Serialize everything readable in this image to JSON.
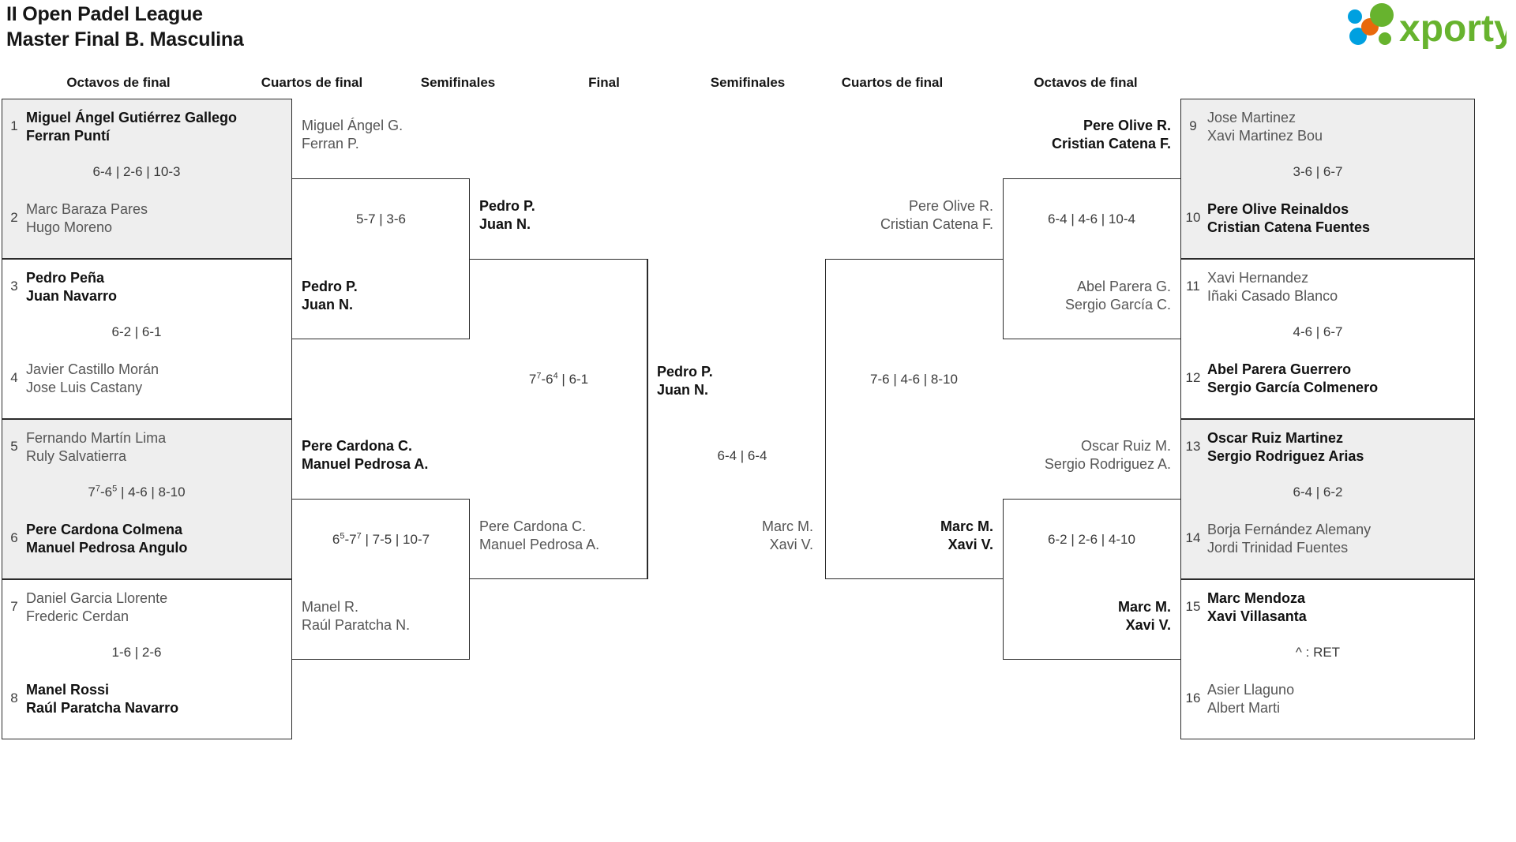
{
  "header": {
    "title_line1": "II Open Padel League",
    "title_line2": "Master Final B. Masculina",
    "logo_text": "xporty",
    "logo_colors": {
      "green": "#67b32e",
      "blue": "#00a0e0",
      "orange": "#e8690b"
    }
  },
  "round_headers": {
    "left_r16": "Octavos de final",
    "left_qf": "Cuartos de final",
    "left_sf": "Semifinales",
    "final": "Final",
    "right_sf": "Semifinales",
    "right_qf": "Cuartos de final",
    "right_r16": "Octavos de final"
  },
  "bracket": {
    "left_r16": [
      {
        "seed_top": "1",
        "top_l1": "Miguel Ángel Gutiérrez Gallego",
        "top_l2": "Ferran Puntí",
        "top_winner": true,
        "score": "6-4 | 2-6 | 10-3",
        "seed_bot": "2",
        "bot_l1": "Marc Baraza Pares",
        "bot_l2": "Hugo Moreno",
        "bot_winner": false,
        "shaded": true
      },
      {
        "seed_top": "3",
        "top_l1": "Pedro Peña",
        "top_l2": "Juan Navarro",
        "top_winner": true,
        "score": "6-2 | 6-1",
        "seed_bot": "4",
        "bot_l1": "Javier Castillo Morán",
        "bot_l2": "Jose Luis Castany",
        "bot_winner": false,
        "shaded": false
      },
      {
        "seed_top": "5",
        "top_l1": "Fernando Martín Lima",
        "top_l2": "Ruly Salvatierra",
        "top_winner": false,
        "score": "7{7}-6{5} | 4-6 | 8-10",
        "seed_bot": "6",
        "bot_l1": "Pere Cardona Colmena",
        "bot_l2": "Manuel Pedrosa Angulo",
        "bot_winner": true,
        "shaded": true
      },
      {
        "seed_top": "7",
        "top_l1": "Daniel Garcia Llorente",
        "top_l2": "Frederic Cerdan",
        "top_winner": false,
        "score": "1-6 | 2-6",
        "seed_bot": "8",
        "bot_l1": "Manel Rossi",
        "bot_l2": "Raúl Paratcha Navarro",
        "bot_winner": true,
        "shaded": false
      }
    ],
    "left_qf": [
      {
        "top_l1": "Miguel Ángel G.",
        "top_l2": "Ferran P.",
        "top_winner": false,
        "score": "5-7 | 3-6",
        "bot_l1": "Pedro P.",
        "bot_l2": "Juan N.",
        "bot_winner": true
      },
      {
        "top_l1": "Pere Cardona C.",
        "top_l2": "Manuel Pedrosa A.",
        "top_winner": true,
        "score": "6{5}-7{7} | 7-5 | 10-7",
        "bot_l1": "Manel R.",
        "bot_l2": "Raúl Paratcha N.",
        "bot_winner": false
      }
    ],
    "left_sf": {
      "top_l1": "Pedro P.",
      "top_l2": "Juan N.",
      "top_winner": true,
      "score": "7{7}-6{4} | 6-1",
      "bot_l1": "Pere Cardona C.",
      "bot_l2": "Manuel Pedrosa A.",
      "bot_winner": false
    },
    "final": {
      "top_l1": "Pedro P.",
      "top_l2": "Juan N.",
      "top_winner": true,
      "score": "6-4 | 6-4",
      "bot_l1": "Marc M.",
      "bot_l2": "Xavi V.",
      "bot_winner": false
    },
    "right_sf": {
      "top_l1": "Pere Olive R.",
      "top_l2": "Cristian Catena F.",
      "top_winner": false,
      "score": "7-6 | 4-6 | 8-10",
      "bot_l1": "Marc M.",
      "bot_l2": "Xavi V.",
      "bot_winner": true
    },
    "right_qf": [
      {
        "top_l1": "Pere Olive R.",
        "top_l2": "Cristian Catena F.",
        "top_winner": true,
        "score": "6-4 | 4-6 | 10-4",
        "bot_l1": "Abel Parera G.",
        "bot_l2": "Sergio García C.",
        "bot_winner": false
      },
      {
        "top_l1": "Oscar Ruiz M.",
        "top_l2": "Sergio Rodriguez A.",
        "top_winner": false,
        "score": "6-2 | 2-6 | 4-10",
        "bot_l1": "Marc M.",
        "bot_l2": "Xavi V.",
        "bot_winner": true
      }
    ],
    "right_r16": [
      {
        "seed_top": "9",
        "top_l1": "Jose Martinez",
        "top_l2": "Xavi Martinez Bou",
        "top_winner": false,
        "score": "3-6 | 6-7",
        "seed_bot": "10",
        "bot_l1": "Pere Olive Reinaldos",
        "bot_l2": "Cristian Catena Fuentes",
        "bot_winner": true,
        "shaded": true
      },
      {
        "seed_top": "11",
        "top_l1": "Xavi Hernandez",
        "top_l2": "Iñaki Casado Blanco",
        "top_winner": false,
        "score": "4-6 | 6-7",
        "seed_bot": "12",
        "bot_l1": "Abel Parera Guerrero",
        "bot_l2": "Sergio García Colmenero",
        "bot_winner": true,
        "shaded": false
      },
      {
        "seed_top": "13",
        "top_l1": "Oscar Ruiz Martinez",
        "top_l2": "Sergio Rodriguez Arias",
        "top_winner": true,
        "score": "6-4 | 6-2",
        "seed_bot": "14",
        "bot_l1": "Borja Fernández Alemany",
        "bot_l2": "Jordi Trinidad Fuentes",
        "bot_winner": false,
        "shaded": true
      },
      {
        "seed_top": "15",
        "top_l1": "Marc Mendoza",
        "top_l2": "Xavi Villasanta",
        "top_winner": true,
        "score": "^ : RET",
        "seed_bot": "16",
        "bot_l1": "Asier Llaguno",
        "bot_l2": "Albert Marti",
        "bot_winner": false,
        "shaded": false
      }
    ]
  }
}
